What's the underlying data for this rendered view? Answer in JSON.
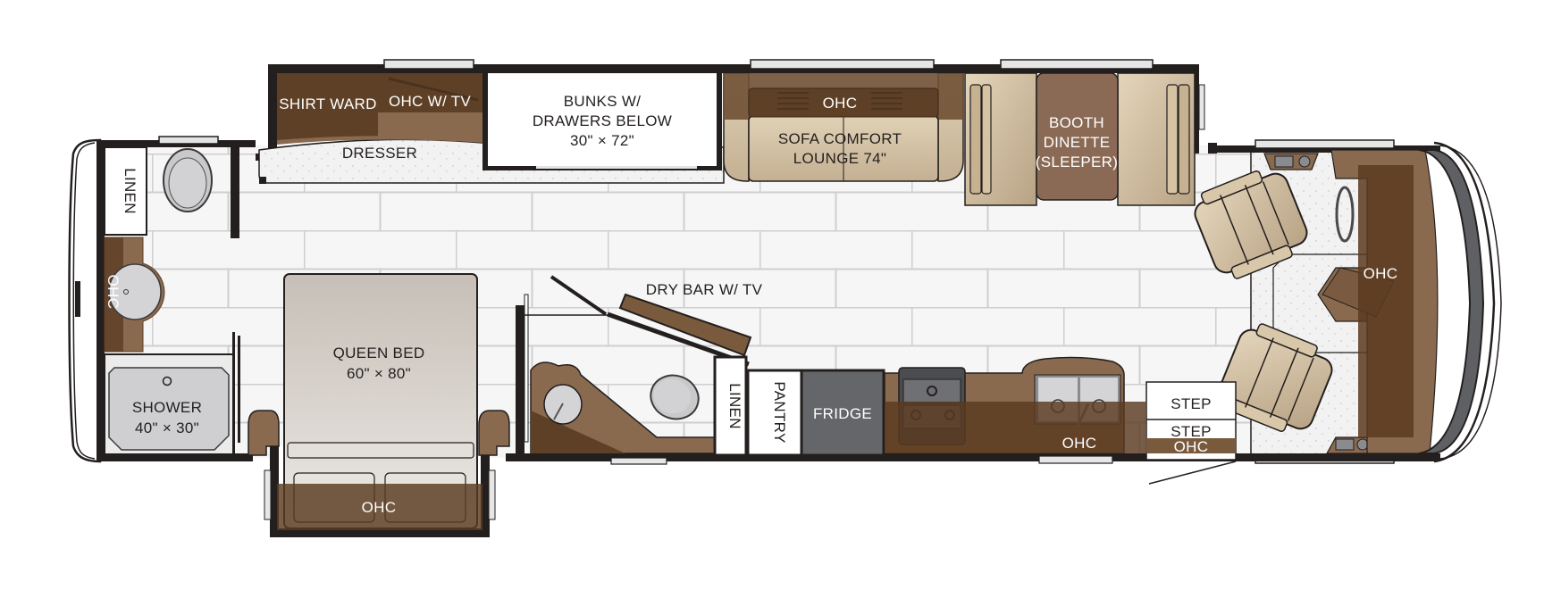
{
  "diagram": {
    "type": "rv-floorplan",
    "orientation": "rear-left, cab-right",
    "colors": {
      "wall": "#231f1e",
      "floor_tile": "#f6f6f6",
      "tile_grout": "#cfcfcf",
      "cabinet_brown": "#8a6a4f",
      "cabinet_dark": "#5e4026",
      "ohc_overlay": "#5a3a20",
      "upholstery_light": "#dccbae",
      "upholstery_mid": "#c2ad8b",
      "dinette_table": "#8a6a55",
      "appliance_gray": "#646669",
      "fixture_gray": "#c9c9cb",
      "carpet": "#f1f1f1",
      "window": "#d9d9d9",
      "windshield": "#5e6064"
    },
    "rooms": {
      "rear_bath": {
        "linen": "LINEN",
        "ohc": "OHC",
        "shower_label": "SHOWER",
        "shower_size": "40\" × 30\""
      },
      "bedroom": {
        "shirt_ward": "SHIRT WARD",
        "ohc_tv": "OHC W/ TV",
        "dresser": "DRESSER",
        "bed_label": "QUEEN BED",
        "bed_size": "60\" × 80\"",
        "bed_ohc": "OHC"
      },
      "bunks": {
        "line1": "BUNKS W/",
        "line2": "DRAWERS BELOW",
        "size": "30\" × 72\""
      },
      "living": {
        "sofa_ohc": "OHC",
        "sofa_line1": "SOFA COMFORT",
        "sofa_line2": "LOUNGE 74\"",
        "dinette_line1": "BOOTH",
        "dinette_line2": "DINETTE",
        "dinette_line3": "(SLEEPER)"
      },
      "mid": {
        "dry_bar": "DRY BAR W/ TV",
        "linen": "LINEN",
        "pantry": "PANTRY",
        "fridge": "FRIDGE"
      },
      "galley": {
        "ohc": "OHC"
      },
      "entry": {
        "step1": "STEP",
        "step2": "STEP",
        "ohc": "OHC"
      },
      "cab": {
        "ohc": "OHC"
      }
    }
  }
}
